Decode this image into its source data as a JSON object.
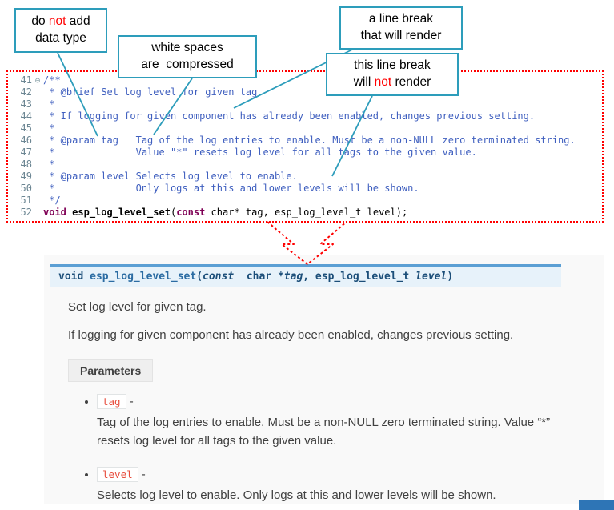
{
  "colors": {
    "callout_border": "#2D9DBB",
    "annotation_red": "#FF0000",
    "comment_blue": "#3F5FBF",
    "keyword_purple": "#7F0055",
    "line_number_gray": "#6C8693",
    "sig_bg": "#E7F2FA",
    "sig_border": "#5B9FD4",
    "sig_text": "#1B4E79",
    "docs_bg": "#F9F9F9",
    "body_text": "#404040",
    "chip_red": "#E74C3C",
    "chip_border": "#E1E4E5",
    "params_label_bg": "#EFEFEF",
    "blue_strip": "#2E75B6"
  },
  "callouts": [
    {
      "id": "no-datatype",
      "lines": [
        [
          {
            "t": "do "
          },
          {
            "t": "not",
            "c": "red"
          },
          {
            "t": " add"
          }
        ],
        [
          {
            "t": "data type"
          }
        ]
      ]
    },
    {
      "id": "whitespace-compressed",
      "lines": [
        [
          {
            "t": "white spaces"
          }
        ],
        [
          {
            "t": "are  compressed"
          }
        ]
      ]
    },
    {
      "id": "linebreak-renders",
      "lines": [
        [
          {
            "t": "a line break"
          }
        ],
        [
          {
            "t": "that will render"
          }
        ]
      ]
    },
    {
      "id": "linebreak-not-render",
      "lines": [
        [
          {
            "t": "this line break"
          }
        ],
        [
          {
            "t": "will "
          },
          {
            "t": "not",
            "c": "red"
          },
          {
            "t": " render"
          }
        ]
      ]
    }
  ],
  "editor": {
    "fold_glyph": "⊖",
    "lines": [
      {
        "num": "41",
        "fold": true,
        "segments": [
          {
            "t": "/**",
            "c": "cmt"
          }
        ]
      },
      {
        "num": "42",
        "fold": false,
        "segments": [
          {
            "t": " * @brief Set log level for given tag",
            "c": "cmt"
          }
        ]
      },
      {
        "num": "43",
        "fold": false,
        "segments": [
          {
            "t": " *",
            "c": "cmt"
          }
        ]
      },
      {
        "num": "44",
        "fold": false,
        "segments": [
          {
            "t": " * If logging for given component has already been enabled, changes previous setting.",
            "c": "cmt"
          }
        ]
      },
      {
        "num": "45",
        "fold": false,
        "segments": [
          {
            "t": " *",
            "c": "cmt"
          }
        ]
      },
      {
        "num": "46",
        "fold": false,
        "segments": [
          {
            "t": " * @param tag   Tag of the log entries to enable. Must be a non-NULL zero terminated string.",
            "c": "cmt"
          }
        ]
      },
      {
        "num": "47",
        "fold": false,
        "segments": [
          {
            "t": " *              Value \"*\" resets log level for all tags to the given value.",
            "c": "cmt"
          }
        ]
      },
      {
        "num": "48",
        "fold": false,
        "segments": [
          {
            "t": " *",
            "c": "cmt"
          }
        ]
      },
      {
        "num": "49",
        "fold": false,
        "segments": [
          {
            "t": " * @param level Selects log level to enable.",
            "c": "cmt"
          }
        ]
      },
      {
        "num": "50",
        "fold": false,
        "segments": [
          {
            "t": " *              Only logs at this and lower levels will be shown.",
            "c": "cmt"
          }
        ]
      },
      {
        "num": "51",
        "fold": false,
        "segments": [
          {
            "t": " */",
            "c": "cmt"
          }
        ]
      },
      {
        "num": "52",
        "fold": false,
        "segments": [
          {
            "t": "void",
            "c": "kw"
          },
          {
            "t": " ",
            "c": "pln"
          },
          {
            "t": "esp_log_level_set",
            "c": "fn"
          },
          {
            "t": "(",
            "c": "pln"
          },
          {
            "t": "const",
            "c": "kw"
          },
          {
            "t": " char* tag, esp_log_level_t level);",
            "c": "pln"
          }
        ]
      }
    ]
  },
  "docs": {
    "signature": {
      "segments": [
        {
          "t": "void",
          "c": "kw"
        },
        {
          "t": " "
        },
        {
          "t": "esp_log_level_set",
          "c": "name"
        },
        {
          "t": "("
        },
        {
          "t": "const",
          "c": "kwit"
        },
        {
          "t": "  char *"
        },
        {
          "t": "tag",
          "c": "param"
        },
        {
          "t": ", esp_log_level_t "
        },
        {
          "t": "level",
          "c": "param"
        },
        {
          "t": ")"
        }
      ]
    },
    "para1": "Set log level for given tag.",
    "para2": "If logging for given component has already been enabled, changes previous setting.",
    "parameters_label": "Parameters",
    "params": [
      {
        "name": "tag",
        "sep": "-",
        "desc": "Tag of the log entries to enable. Must be a non-NULL zero terminated string. Value “*” resets log level for all tags to the given value."
      },
      {
        "name": "level",
        "sep": "-",
        "desc": "Selects log level to enable. Only logs at this and lower levels will be shown."
      }
    ]
  }
}
